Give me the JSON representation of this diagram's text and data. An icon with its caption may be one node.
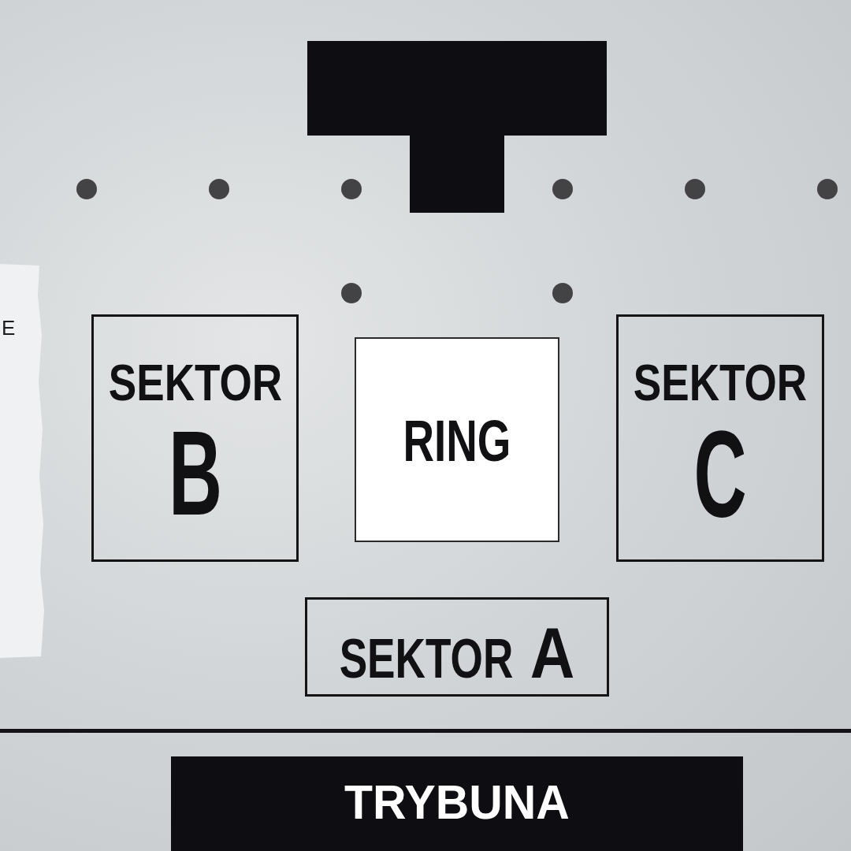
{
  "diagram": {
    "nodes": [
      {
        "text": [
          "SEKTOR",
          "B"
        ]
      },
      {
        "text": [
          "RING"
        ]
      },
      {
        "text": [
          "SEKTOR",
          "C"
        ]
      },
      {
        "text": [
          "SEKTOR",
          "A"
        ]
      },
      {
        "text": [
          "TRYBUNA"
        ]
      }
    ],
    "labels": [
      "E"
    ]
  }
}
